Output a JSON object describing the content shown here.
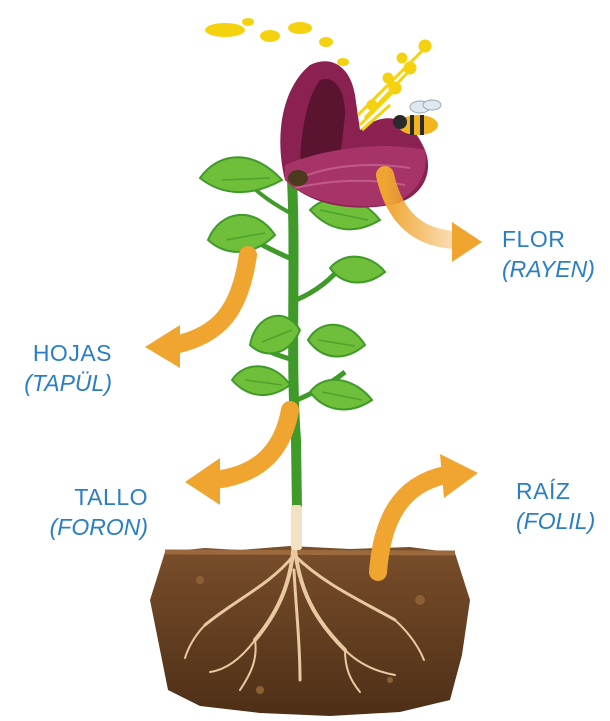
{
  "labels": {
    "flor": {
      "name": "FLOR",
      "native": "(RAYEN)"
    },
    "hojas": {
      "name": "HOJAS",
      "native": "(TAPÜL)"
    },
    "tallo": {
      "name": "TALLO",
      "native": "(FORON)"
    },
    "raiz": {
      "name": "RAÍZ",
      "native": "(FOLIL)"
    }
  },
  "colors": {
    "label_text": "#2a7fc4",
    "arrow": "#f0a531",
    "leaf": "#6fbf3a",
    "stem": "#3f9a2a",
    "flower_petal": "#8b2150",
    "flower_inner": "#5a1430",
    "pollen": "#f5d20f",
    "soil": "#6b4324",
    "root": "#e9c9a0"
  }
}
